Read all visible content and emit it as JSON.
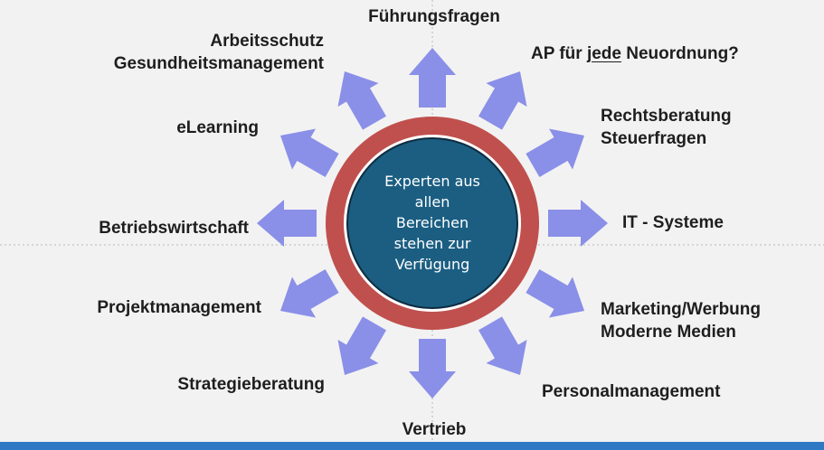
{
  "center": {
    "lines": [
      "Experten aus",
      "allen",
      "Bereichen",
      "stehen zur",
      "Verfügung"
    ]
  },
  "labels": {
    "fuehrungsfragen": "Führungsfragen",
    "ap_prefix": "AP für ",
    "ap_underlined": "jede",
    "ap_suffix": " Neuordnung?",
    "rechtsberatung": "Rechtsberatung",
    "steuerfragen": "Steuerfragen",
    "it_systeme": "IT - Systeme",
    "marketing": "Marketing/Werbung",
    "moderne_medien": "Moderne Medien",
    "personalmanagement": "Personalmanagement",
    "vertrieb": "Vertrieb",
    "strategieberatung": "Strategieberatung",
    "projektmanagement": "Projektmanagement",
    "betriebswirtschaft": "Betriebswirtschaft",
    "elearning": "eLearning",
    "arbeitsschutz": "Arbeitsschutz",
    "gesundheitsmanagement": "Gesundheitsmanagement"
  },
  "colors": {
    "background": "#f2f2f2",
    "arrow": "#8a8fe8",
    "ring": "#c0504d",
    "center": "#1b5e82",
    "bottom_bar": "#2f78c4"
  },
  "arrow_count": 12
}
